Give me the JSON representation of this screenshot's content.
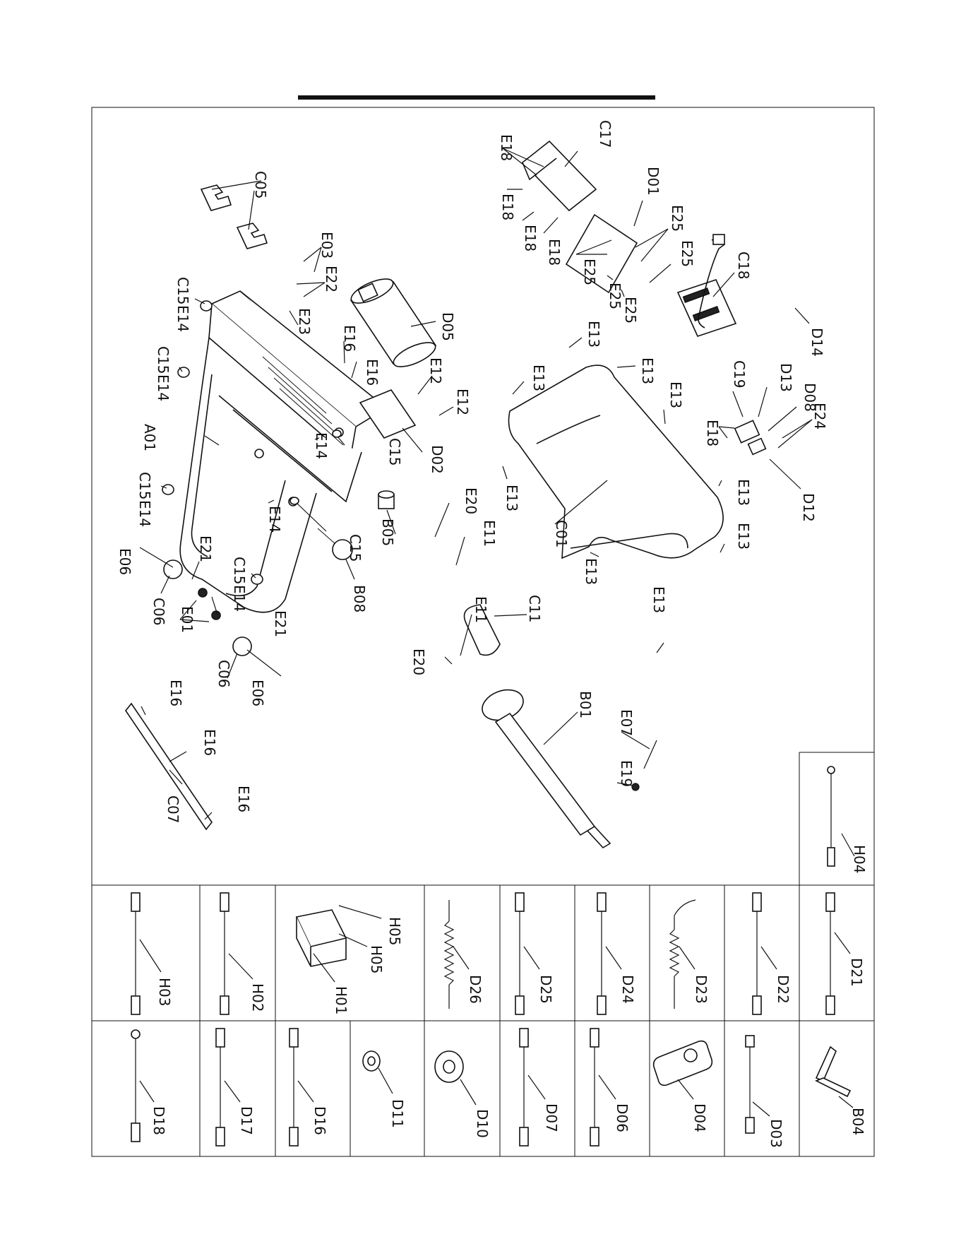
{
  "labels": {
    "C05": "C05",
    "E03": "E03",
    "E22": "E22",
    "E23": "E23",
    "C15": "C15",
    "E14": "E14",
    "E16": "E16",
    "D05": "D05",
    "E12": "E12",
    "A01": "A01",
    "D02": "D02",
    "B05": "B05",
    "E20": "E20",
    "E11": "E11",
    "E21": "E21",
    "E06": "E06",
    "C06": "C06",
    "E01": "E01",
    "B08": "B08",
    "C07": "C07",
    "C17": "C17",
    "E18": "E18",
    "D01": "D01",
    "E25": "E25",
    "C18": "C18",
    "D14": "D14",
    "E13": "E13",
    "C19": "C19",
    "D13": "D13",
    "D08": "D08",
    "E24": "E24",
    "D12": "D12",
    "C01": "C01",
    "C11": "C11",
    "B01": "B01",
    "E07": "E07",
    "E19": "E19",
    "H04": "H04",
    "H03": "H03",
    "H02": "H02",
    "H01": "H01",
    "H05": "H05",
    "D26": "D26",
    "D25": "D25",
    "D24": "D24",
    "D23": "D23",
    "D22": "D22",
    "D21": "D21",
    "D18": "D18",
    "D17": "D17",
    "D16": "D16",
    "D11": "D11",
    "D10": "D10",
    "D07": "D07",
    "D06": "D06",
    "D04": "D04",
    "D03": "D03",
    "B04": "B04"
  }
}
